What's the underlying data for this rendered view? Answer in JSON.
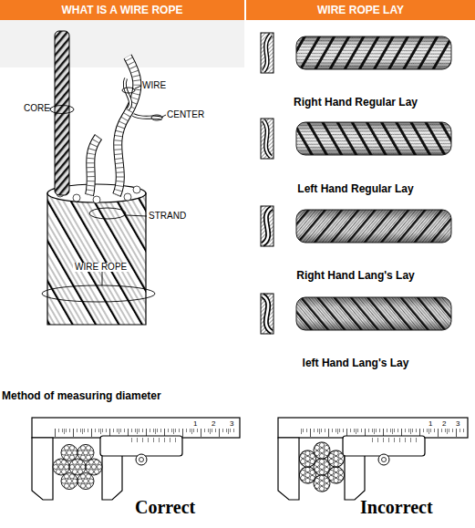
{
  "diagram": {
    "nodes": [
      {
        "text": [
          "WHAT IS A WIRE ROPE"
        ]
      },
      {
        "text": [
          "WIRE ROPE LAY"
        ]
      }
    ],
    "labels": [
      "CORE",
      "WIRE",
      "CENTER",
      "STRAND",
      "WIRE ROPE",
      "Right Hand Regular Lay",
      "Left Hand Regular Lay",
      "Right Hand Lang's Lay",
      "left Hand Lang's Lay",
      "Method of measuring diameter",
      "1",
      "2",
      "3",
      "1",
      "2",
      "3",
      "Correct",
      "Incorrect"
    ]
  }
}
